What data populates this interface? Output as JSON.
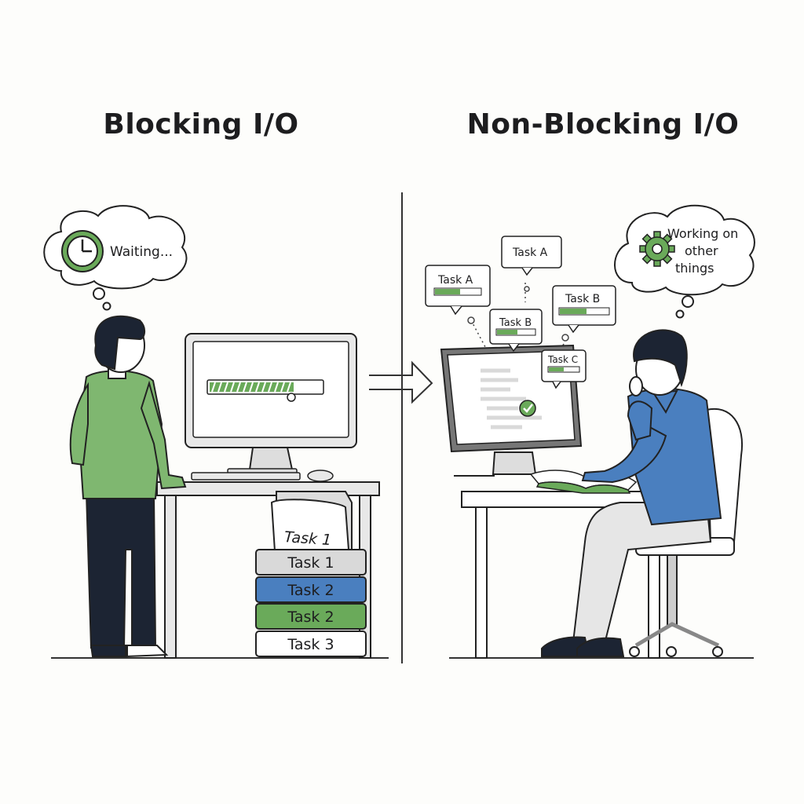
{
  "titles": {
    "left": "Blocking I/O",
    "right": "Non-Blocking I/O"
  },
  "blocking": {
    "thought": "Waiting...",
    "thought_icon": "clock-icon",
    "paper_label": "Task 1",
    "stack": [
      {
        "label": "Task 1",
        "color": "#d9d9d9"
      },
      {
        "label": "Task 2",
        "color": "#4a7fbf"
      },
      {
        "label": "Task 2",
        "color": "#6aaa5a"
      },
      {
        "label": "Task 3",
        "color": "#ffffff"
      }
    ],
    "progress": 0.75
  },
  "nonblocking": {
    "thought_line1": "Working on",
    "thought_line2": "other",
    "thought_line3": "things",
    "thought_icon": "gear-icon",
    "tasks": [
      {
        "label": "Task A",
        "progress": 0.55
      },
      {
        "label": "Task A",
        "progress": null
      },
      {
        "label": "Task B",
        "progress": 0.55
      },
      {
        "label": "Task B",
        "progress": 0.55
      },
      {
        "label": "Task C",
        "progress": 0.5
      }
    ]
  },
  "colors": {
    "green": "#6aaa5a",
    "blue": "#4a7fbf",
    "ink": "#1d1d1f",
    "grey": "#d9d9d9"
  }
}
